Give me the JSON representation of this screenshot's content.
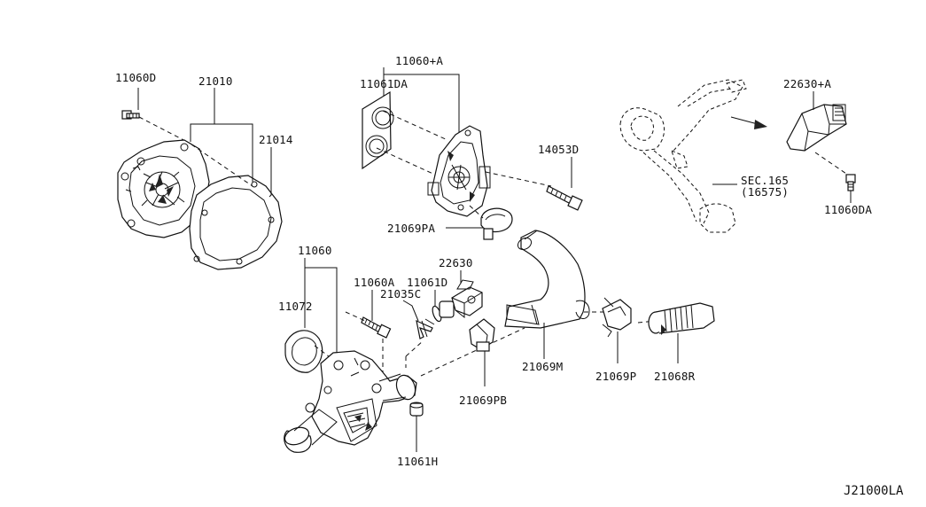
{
  "diagram": {
    "labels": {
      "p11060D": "11060D",
      "p21010": "21010",
      "p21014": "21014",
      "p11060A_plus": "11060+A",
      "p11061DA": "11061DA",
      "p14053D": "14053D",
      "p21069PA": "21069PA",
      "p22630A_plus": "22630+A",
      "sec165": "SEC.165",
      "sec165_sub": "(16575)",
      "p11060DA": "11060DA",
      "p11060": "11060",
      "p11072": "11072",
      "p11060A": "11060A",
      "p21035C": "21035C",
      "p11061D": "11061D",
      "p22630": "22630",
      "p21069M": "21069M",
      "p21069P": "21069P",
      "p21068R": "21068R",
      "p21069PB": "21069PB",
      "p11061H": "11061H"
    },
    "reference_code": "J21000LA"
  }
}
